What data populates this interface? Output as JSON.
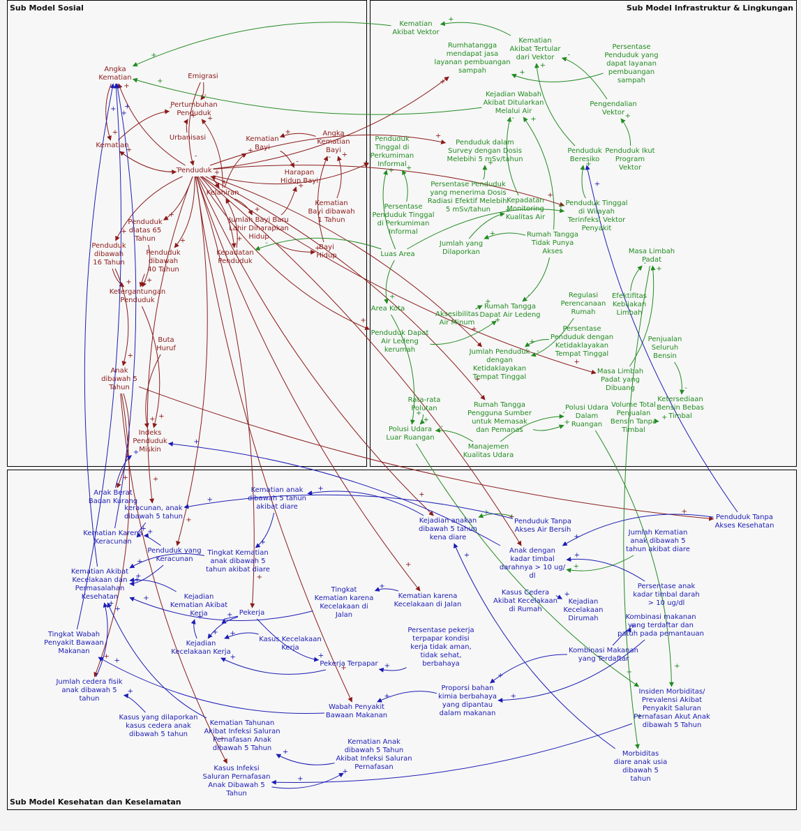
{
  "panels": {
    "sosial": "Sub Model Sosial",
    "infra": "Sub Model Infrastruktur & Lingkungan",
    "kesehatan": "Sub Model Kesehatan dan Keselamatan"
  },
  "colors": {
    "sosial": "#8b1a1a",
    "infra": "#228b22",
    "kesehatan": "#1c1cb4"
  },
  "nodes": {
    "angka_kematian": "Angka\nKematian",
    "emigrasi": "Emigrasi",
    "pertumbuhan_penduduk": "Pertumbuhan\nPenduduk",
    "urbanisasi": "Urbanisasi",
    "kematian": "Kematian",
    "penduduk": "Penduduk",
    "kelahiran": "Kelahiran",
    "kematian_bayi": "Kematian\nBayi",
    "angka_kematian_bayi": "Angka\nKematian\nBayi",
    "harapan_hidup_bayi": "Harapan\nHidup Bayi",
    "jumlah_bayi_baru": "Jumlah Bayi Baru\nLahir Diharapkan\nHidup",
    "kematian_bayi_1": "Kematian\nBayi dibawah\n1 Tahun",
    "bayi_hidup": "Bayi\nHidup",
    "kepadatan_penduduk": "Kepadatan\nPenduduk",
    "penduduk_65": "Penduduk\ndiatas 65\nTahun",
    "penduduk_16": "Penduduk\ndibawah\n16 Tahun",
    "penduduk_40": "Penduduk\ndibawah\n40 Tahun",
    "ketergantungan": "Ketergantungan\nPenduduk",
    "buta_huruf": "Buta\nHuruf",
    "anak_5": "Anak\ndibawah 5\nTahun",
    "indeks_miskin": "Indeks\nPenduduk\nMiskin",
    "kematian_vektor": "Kematian\nAkibat Vektor",
    "rumahtangga_sampah": "Rumhatangga\nmendapat jasa\nlayanan pembuangan\nsampah",
    "kematian_tertular": "Kematian\nAkibat Tertular\ndari Vektor",
    "persentase_sampah": "Persentase\nPenduduk yang\ndapat layanan\npembuangan\nsampah",
    "kejadian_wabah_air": "Kejadian Wabah\nAkibat Ditularkan\nMelalui Air",
    "pengendalian_vektor": "Pengendalian\nVektor",
    "tinggal_informal": "Penduduk\nTinggal di\nPerkumiman\nInformal",
    "survey_dosis": "Penduduk dalam\nSurvey dengan Dosis\nMelebihi 5 mSv/tahun",
    "penduduk_beresiko": "Penduduk\nBeresiko",
    "ikut_program_vektor": "Penduduk Ikut\nProgram\nVektor",
    "persentase_informal": "Persentase\nPenduduk Tinggal\ndi Perkumiman\nInformal",
    "persentase_dosis": "Persentase Penduduk\nyang menerima Dosis\nRadiasi Efektif Melebihi\n5 mSv/tahun",
    "kepadatan_monitoring": "Kepadatan\nMonitoring\nKualitas Air",
    "wilayah_vektor": "Penduduk Tinggal\ndi Wilayah\nTerinfeksi Vektor\nPenyakit",
    "jumlah_dilaporkan": "Jumlah yang\nDilaporkan",
    "rt_tidak_akses": "Rumah Tangga\nTidak Punya\nAkses",
    "luas_area": "Luas Area",
    "masa_limbah": "Masa Limbah\nPadat",
    "area_kota": "Area Kota",
    "aksesibilitas_air": "Aksesibilitas\nAir Minum",
    "rt_air_ledeng": "Rumah Tangga\nDapat Air Ledeng",
    "regulasi_rumah": "Regulasi\nPerencanaan\nRumah",
    "efektifitas_limbah": "Efektifitas\nKebijakan\nLimbah",
    "penduduk_air_ledeng": "Penduduk Dapat\nAir Ledeng\nkerumah",
    "persentase_tidak_layak": "Persentase\nPenduduk dengan\nKetidaklayakan\nTempat Tinggal",
    "penjualan_bensin": "Penjualan\nSeluruh\nBensin",
    "jumlah_tidak_layak": "Jumlah Penduduk\ndengan\nKetidaklayakan\nTempat Tinggal",
    "limbah_dibuang": "Masa Limbah\nPadat yang\nDibuang",
    "rata_polutan": "Rata-rata\nPolutan",
    "rt_sumber_masak": "Rumah Tangga\nPengguna Sumber\nuntuk Memasak\ndan Pemanas",
    "polusi_dalam": "Polusi Udara\nDalam\nRuangan",
    "volume_bensin": "Volume Total\nPenjualan\nBensin Tanpa\nTimbal",
    "bensin_bebas_timbal": "Ketersediaan\nBensin Bebas\nTimbal",
    "polusi_luar": "Polusi Udara\nLuar Ruangan",
    "manajemen_udara": "Manajemen\nKualitas Udara",
    "berat_badan": "Anak Berat\nBadan Kurang",
    "keracunan_anak": "keracunan, anak\ndibawah 5 tahun",
    "kematian_diare_anak": "Kematian anak\ndibawah 5 tahun\nakibat diare",
    "kejadian_diare": "Kejadian anakan\ndibawah 5 tahun\nkena diare",
    "tanpa_air_bersih": "Penduduk Tanpa\nAkses Air Bersih",
    "tanpa_akses_kesehatan": "Penduduk Tanpa\nAkses Kesehatan",
    "kematian_keracunan": "Kematian Karena\nKeracunan",
    "penduduk_keracunan": "Penduduk yang\nKeracunan",
    "tingkat_kematian_diare": "Tingkat Kematian\nanak dibawah 5\ntahun akibat diare",
    "jumlah_kematian_diare": "Jumlah Kematian\nanak dibawah 5\ntahun akibat diare",
    "anak_timbal": "Anak dengan\nkadar timbal\ndarahnya > 10 ug/\ndl",
    "kematian_kecelakaan": "Kematian Akibat\nKecelakaan dan\nPermasalahan\nKesehatan",
    "kejadian_kematian_kerja": "Kejadian\nKematian Akibat\nKerja",
    "pekerja": "Pekerja",
    "tingkat_kecelakaan_jalan": "Tingkat\nKematian karena\nKecelakaan di\nJalan",
    "kematian_jalan": "Kematian karena\nKecelakaan di Jalan",
    "kasus_cedera_rumah": "Kasus Cedera\nAkibat Kecelakaan\ndi Rumah",
    "kecelakaan_rumah": "Kejadian\nKecelakaan\nDirumah",
    "persentase_timbal": "Persentase anak\nkadar timbal darah\n> 10 ug/dl",
    "tingkat_wabah": "Tingkat Wabah\nPenyakit Bawaan\nMakanan",
    "kejadian_kecelakaan_kerja": "Kejadian\nKecelakaan Kerja",
    "kasus_kecelakaan_kerja": "Kasus Kecelakaan\nKerja",
    "persentase_pekerja": "Persentase pekerja\nterpapar kondisi\nkerja tidak aman,\ntidak sehat,\nberbahaya",
    "kombinasi_patuh": "Kombinasi makanan\nyang terdaftar dan\npatuh pada pemantauan",
    "pekerja_terpapar": "Pekerja Terpapar",
    "kombinasi_terdaftar": "Kombinasi Makanan\nyang Terdaftar",
    "cedera_fisik": "Jumlah cedera fisik\nanak dibawah 5\ntahun",
    "proporsi_kimia": "Proporsi bahan\nkimia berbahaya\nyang dipantau\ndalam makanan",
    "insiden_ispa": "Insiden Morbiditas/\nPrevalensi Akibat\nPenyakit Saluran\nPernafasan Akut Anak\ndibawah 5 Tahun",
    "kasus_dilaporkan_cedera": "Kasus yang dilaporkan\nkasus cedera anak\ndibawah 5 tahun",
    "wabah_makanan": "Wabah Penyakit\nBawaan Makanan",
    "kematian_tahunan_ispa": "Kematian Tahunan\nAkibat Infeksi Saluran\nPernafasan Anak\ndibawah 5 Tahun",
    "kematian_anak_ispa": "Kematian Anak\ndibawah 5 Tahun\nAkibat Infeksi Saluran\nPernafasan",
    "morbiditas_diare": "Morbiditas\ndiare anak usia\ndibawah 5\ntahun",
    "kasus_ispa": "Kasus Infeksi\nSaluran Pernafasan\nAnak Dibawah 5\nTahun"
  },
  "links": [
    [
      "emigrasi",
      "pertumbuhan_penduduk",
      "-",
      "sosial"
    ],
    [
      "emigrasi",
      "penduduk",
      "-",
      "sosial"
    ],
    [
      "urbanisasi",
      "pertumbuhan_penduduk",
      "+",
      "sosial"
    ],
    [
      "kelahiran",
      "pertumbuhan_penduduk",
      "+",
      "sosial"
    ],
    [
      "kematian",
      "pertumbuhan_penduduk",
      "-",
      "sosial"
    ],
    [
      "angka_kematian",
      "kematian",
      "+",
      "sosial"
    ],
    [
      "penduduk",
      "kematian",
      "+",
      "sosial"
    ],
    [
      "kematian",
      "penduduk",
      "-",
      "sosial"
    ],
    [
      "penduduk",
      "kelahiran",
      "+",
      "sosial"
    ],
    [
      "kelahiran",
      "penduduk",
      "+",
      "sosial"
    ],
    [
      "kelahiran",
      "kematian_bayi",
      "+",
      "sosial"
    ],
    [
      "angka_kematian_bayi",
      "kematian_bayi",
      "+",
      "sosial"
    ],
    [
      "kematian_bayi",
      "harapan_hidup_bayi",
      "-",
      "sosial"
    ],
    [
      "jumlah_bayi_baru",
      "harapan_hidup_bayi",
      "+",
      "sosial"
    ],
    [
      "kelahiran",
      "jumlah_bayi_baru",
      "+",
      "sosial"
    ],
    [
      "kematian_bayi_1",
      "angka_kematian_bayi",
      "+",
      "sosial"
    ],
    [
      "bayi_hidup",
      "angka_kematian_bayi",
      "-",
      "sosial"
    ],
    [
      "jumlah_bayi_baru",
      "bayi_hidup",
      "+",
      "sosial"
    ],
    [
      "penduduk",
      "kepadatan_penduduk",
      "+",
      "sosial"
    ],
    [
      "kepadatan_penduduk",
      "kelahiran",
      "-",
      "sosial"
    ],
    [
      "penduduk",
      "penduduk_65",
      "+",
      "sosial"
    ],
    [
      "penduduk",
      "penduduk_16",
      "+",
      "sosial"
    ],
    [
      "penduduk",
      "penduduk_40",
      "+",
      "sosial"
    ],
    [
      "penduduk_16",
      "ketergantungan",
      "+",
      "sosial"
    ],
    [
      "penduduk_65",
      "ketergantungan",
      "+",
      "sosial"
    ],
    [
      "penduduk_40",
      "ketergantungan",
      "-",
      "sosial"
    ],
    [
      "penduduk_16",
      "anak_5",
      "+",
      "sosial"
    ],
    [
      "buta_huruf",
      "indeks_miskin",
      "+",
      "sosial"
    ],
    [
      "ketergantungan",
      "indeks_miskin",
      "+",
      "sosial"
    ],
    [
      "penduduk",
      "tinggal_informal",
      "+",
      "sosial"
    ],
    [
      "penduduk",
      "survey_dosis",
      "+",
      "sosial"
    ],
    [
      "penduduk",
      "rumahtangga_sampah",
      "+",
      "sosial"
    ],
    [
      "penduduk",
      "wilayah_vektor",
      "+",
      "sosial"
    ],
    [
      "penduduk",
      "penduduk_air_ledeng",
      "+",
      "sosial"
    ],
    [
      "penduduk",
      "jumlah_tidak_layak",
      "+",
      "sosial"
    ],
    [
      "penduduk",
      "limbah_dibuang",
      "+",
      "sosial"
    ],
    [
      "penduduk",
      "rt_sumber_masak",
      "+",
      "sosial"
    ],
    [
      "anak_5",
      "tanpa_akses_kesehatan",
      "+",
      "sosial"
    ],
    [
      "anak_5",
      "berat_badan",
      "+",
      "sosial"
    ],
    [
      "anak_5",
      "kasus_ispa",
      "+",
      "sosial"
    ],
    [
      "anak_5",
      "cedera_fisik",
      "+",
      "sosial"
    ],
    [
      "penduduk",
      "kejadian_diare",
      "+",
      "sosial"
    ],
    [
      "penduduk",
      "anak_timbal",
      "+",
      "sosial"
    ],
    [
      "penduduk",
      "kematian_jalan",
      "+",
      "sosial"
    ],
    [
      "penduduk",
      "pekerja",
      "+",
      "sosial"
    ],
    [
      "penduduk",
      "wabah_makanan",
      "+",
      "sosial"
    ],
    [
      "penduduk",
      "penduduk_keracunan",
      "+",
      "sosial"
    ],
    [
      "penduduk",
      "keracunan_anak",
      "+",
      "sosial"
    ],
    [
      "penduduk",
      "angka_kematian",
      "+",
      "sosial"
    ],
    [
      "kematian_vektor",
      "angka_kematian",
      "+",
      "infra"
    ],
    [
      "kejadian_wabah_air",
      "angka_kematian",
      "+",
      "infra"
    ],
    [
      "kematian_tertular",
      "kematian_vektor",
      "+",
      "infra"
    ],
    [
      "persentase_sampah",
      "rumahtangga_sampah",
      "+",
      "infra"
    ],
    [
      "pengendalian_vektor",
      "kematian_tertular",
      "-",
      "infra"
    ],
    [
      "penduduk_beresiko",
      "kematian_tertular",
      "+",
      "infra"
    ],
    [
      "ikut_program_vektor",
      "pengendalian_vektor",
      "+",
      "infra"
    ],
    [
      "wilayah_vektor",
      "penduduk_beresiko",
      "+",
      "infra"
    ],
    [
      "persentase_informal",
      "tinggal_informal",
      "+",
      "infra"
    ],
    [
      "luas_area",
      "tinggal_informal",
      "+",
      "infra"
    ],
    [
      "persentase_dosis",
      "survey_dosis",
      "+",
      "infra"
    ],
    [
      "kepadatan_monitoring",
      "kejadian_wabah_air",
      "-",
      "infra"
    ],
    [
      "rt_tidak_akses",
      "kejadian_wabah_air",
      "+",
      "infra"
    ],
    [
      "jumlah_dilaporkan",
      "kepadatan_monitoring",
      "+",
      "infra"
    ],
    [
      "rt_tidak_akses",
      "jumlah_dilaporkan",
      "+",
      "infra"
    ],
    [
      "rt_tidak_akses",
      "rt_air_ledeng",
      "-",
      "infra"
    ],
    [
      "luas_area",
      "area_kota",
      "+",
      "infra"
    ],
    [
      "luas_area",
      "wilayah_vektor",
      "+",
      "infra"
    ],
    [
      "luas_area",
      "kepadatan_penduduk",
      "-",
      "infra"
    ],
    [
      "aksesibilitas_air",
      "rt_air_ledeng",
      "+",
      "infra"
    ],
    [
      "penduduk_air_ledeng",
      "rt_air_ledeng",
      "+",
      "infra"
    ],
    [
      "regulasi_rumah",
      "jumlah_tidak_layak",
      "-",
      "infra"
    ],
    [
      "persentase_tidak_layak",
      "jumlah_tidak_layak",
      "+",
      "infra"
    ],
    [
      "efektifitas_limbah",
      "masa_limbah",
      "-",
      "infra"
    ],
    [
      "limbah_dibuang",
      "masa_limbah",
      "+",
      "infra"
    ],
    [
      "penjualan_bensin",
      "bensin_bebas_timbal",
      "-",
      "infra"
    ],
    [
      "volume_bensin",
      "bensin_bebas_timbal",
      "+",
      "infra"
    ],
    [
      "rata_polutan",
      "polusi_luar",
      "+",
      "infra"
    ],
    [
      "manajemen_udara",
      "polusi_luar",
      "-",
      "infra"
    ],
    [
      "manajemen_udara",
      "polusi_dalam",
      "-",
      "infra"
    ],
    [
      "rt_sumber_masak",
      "polusi_dalam",
      "+",
      "infra"
    ],
    [
      "area_kota",
      "polusi_luar",
      "+",
      "infra"
    ],
    [
      "tanpa_air_bersih",
      "kejadian_diare",
      "+",
      "infra"
    ],
    [
      "jumlah_kematian_diare",
      "anak_timbal",
      "+",
      "infra"
    ],
    [
      "polusi_luar",
      "insiden_ispa",
      "+",
      "infra"
    ],
    [
      "polusi_dalam",
      "insiden_ispa",
      "+",
      "infra"
    ],
    [
      "masa_limbah",
      "morbiditas_diare",
      "+",
      "infra"
    ],
    [
      "keracunan_anak",
      "kematian_keracunan",
      "+",
      "kesehatan"
    ],
    [
      "penduduk_keracunan",
      "kematian_keracunan",
      "+",
      "kesehatan"
    ],
    [
      "penduduk_keracunan",
      "kematian_kecelakaan",
      "+",
      "kesehatan"
    ],
    [
      "tingkat_kematian_diare",
      "kematian_kecelakaan",
      "+",
      "kesehatan"
    ],
    [
      "tingkat_kecelakaan_jalan",
      "kematian_kecelakaan",
      "+",
      "kesehatan"
    ],
    [
      "kejadian_kematian_kerja",
      "kematian_kecelakaan",
      "+",
      "kesehatan"
    ],
    [
      "kematian_diare_anak",
      "tingkat_kematian_diare",
      "+",
      "kesehatan"
    ],
    [
      "kejadian_diare",
      "kematian_diare_anak",
      "+",
      "kesehatan"
    ],
    [
      "pekerja",
      "kejadian_kematian_kerja",
      "+",
      "kesehatan"
    ],
    [
      "pekerja",
      "kejadian_kecelakaan_kerja",
      "+",
      "kesehatan"
    ],
    [
      "kejadian_kecelakaan_kerja",
      "kejadian_kematian_kerja",
      "+",
      "kesehatan"
    ],
    [
      "kasus_kecelakaan_kerja",
      "kejadian_kecelakaan_kerja",
      "+",
      "kesehatan"
    ],
    [
      "pekerja_terpapar",
      "kejadian_kecelakaan_kerja",
      "+",
      "kesehatan"
    ],
    [
      "pekerja",
      "pekerja_terpapar",
      "+",
      "kesehatan"
    ],
    [
      "persentase_pekerja",
      "pekerja_terpapar",
      "+",
      "kesehatan"
    ],
    [
      "kematian_jalan",
      "tingkat_kecelakaan_jalan",
      "+",
      "kesehatan"
    ],
    [
      "kasus_cedera_rumah",
      "kecelakaan_rumah",
      "+",
      "kesehatan"
    ],
    [
      "persentase_timbal",
      "anak_timbal",
      "+",
      "kesehatan"
    ],
    [
      "kombinasi_terdaftar",
      "kombinasi_patuh",
      "+",
      "kesehatan"
    ],
    [
      "kombinasi_terdaftar",
      "proporsi_kimia",
      "+",
      "kesehatan"
    ],
    [
      "kombinasi_patuh",
      "proporsi_kimia",
      "+",
      "kesehatan"
    ],
    [
      "proporsi_kimia",
      "wabah_makanan",
      "+",
      "kesehatan"
    ],
    [
      "wabah_makanan",
      "tingkat_wabah",
      "+",
      "kesehatan"
    ],
    [
      "kasus_dilaporkan_cedera",
      "cedera_fisik",
      "+",
      "kesehatan"
    ],
    [
      "kematian_anak_ispa",
      "kematian_tahunan_ispa",
      "+",
      "kesehatan"
    ],
    [
      "kasus_ispa",
      "kematian_anak_ispa",
      "+",
      "kesehatan"
    ],
    [
      "insiden_ispa",
      "kasus_ispa",
      "+",
      "kesehatan"
    ],
    [
      "tanpa_akses_kesehatan",
      "anak_timbal",
      "+",
      "kesehatan"
    ],
    [
      "tanpa_akses_kesehatan",
      "penduduk_beresiko",
      "+",
      "kesehatan"
    ],
    [
      "kematian_keracunan",
      "angka_kematian",
      "+",
      "kesehatan"
    ],
    [
      "kematian_kecelakaan",
      "angka_kematian",
      "+",
      "kesehatan"
    ],
    [
      "tingkat_wabah",
      "angka_kematian",
      "+",
      "kesehatan"
    ],
    [
      "berat_badan",
      "indeks_miskin",
      "+",
      "kesehatan"
    ],
    [
      "anak_timbal",
      "indeks_miskin",
      "+",
      "kesehatan"
    ],
    [
      "kematian_tahunan_ispa",
      "kematian_kecelakaan",
      "+",
      "kesehatan"
    ],
    [
      "cedera_fisik",
      "kematian_kecelakaan",
      "+",
      "kesehatan"
    ],
    [
      "morbiditas_diare",
      "kejadian_diare",
      "+",
      "kesehatan"
    ],
    [
      "tanpa_air_bersih",
      "keracunan_anak",
      "+",
      "kesehatan"
    ]
  ]
}
